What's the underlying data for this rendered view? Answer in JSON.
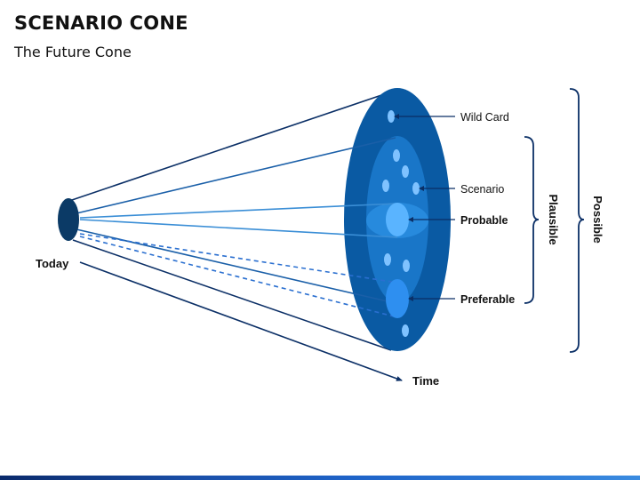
{
  "header": {
    "title": "SCENARIO CONE",
    "subtitle": "The Future Cone"
  },
  "diagram": {
    "start_label": "Today",
    "axis_label": "Time",
    "callouts": {
      "wild_card": "Wild Card",
      "scenario": "Scenario",
      "probable": "Probable",
      "preferable": "Preferable"
    },
    "brackets": {
      "plausible": "Plausible",
      "possible": "Possible"
    },
    "colors": {
      "outer_ring": "#0a5aa3",
      "middle_ring": "#1976c8",
      "inner_ring": "#2a8ee0",
      "origin": "#0b3a66",
      "probable_dot": "#5ab4ff",
      "preferable_dot": "#2e8ff0",
      "line_dark": "#0b2f66",
      "line_mid": "#1a5fa8",
      "line_light": "#3a8ed6"
    }
  }
}
